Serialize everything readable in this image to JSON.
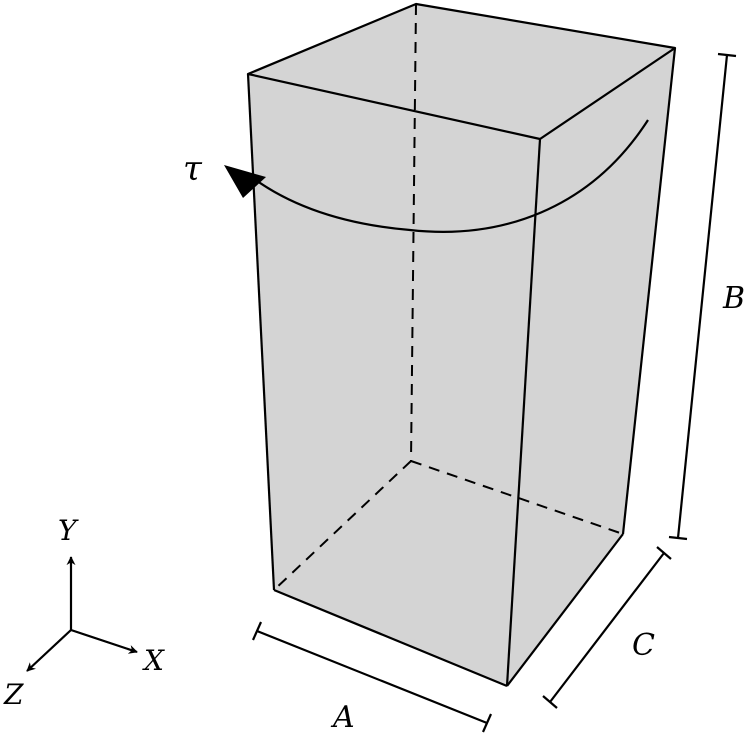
{
  "diagram": {
    "labels": {
      "torque": "τ",
      "dim_a": "A",
      "dim_b": "B",
      "dim_c": "C",
      "axis_x": "X",
      "axis_y": "Y",
      "axis_z": "Z"
    },
    "colors": {
      "face_fill": "#d4d4d4",
      "stroke": "#000000",
      "background": "#ffffff"
    },
    "icons": {
      "torque_arrow": "curved-arrow-left-icon",
      "axis_arrows": "arrowhead-icon"
    }
  }
}
